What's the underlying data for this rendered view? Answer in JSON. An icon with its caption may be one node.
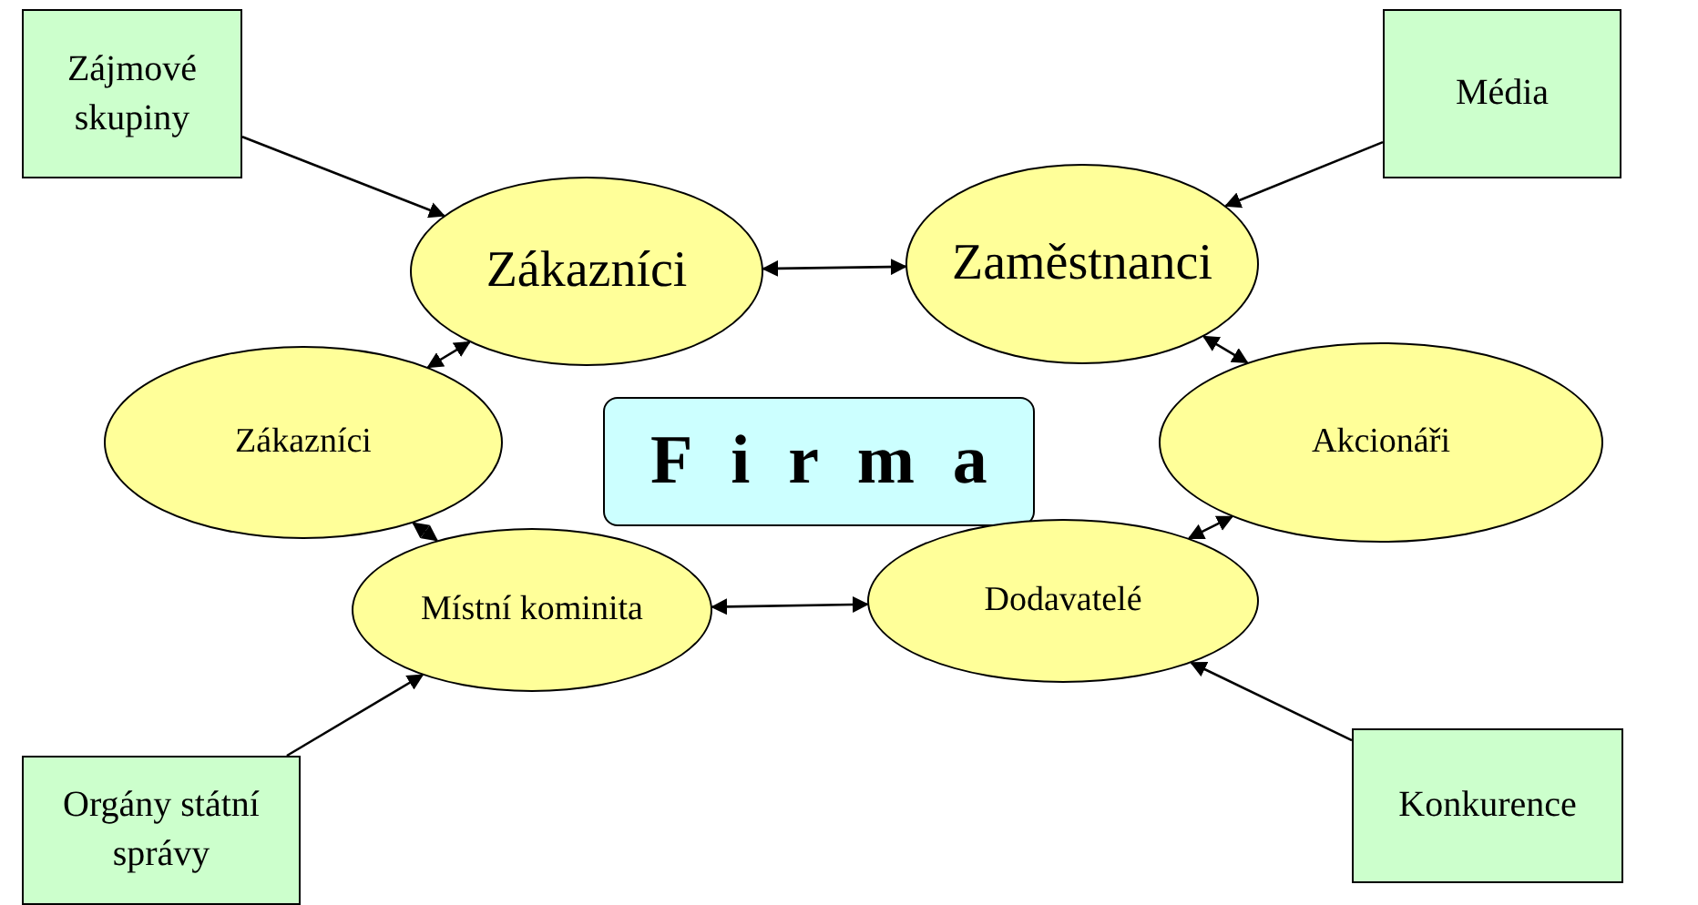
{
  "diagram": {
    "nodes": [
      {
        "text": [
          "Zájmové skupiny"
        ]
      },
      {
        "text": [
          "Média"
        ]
      },
      {
        "text": [
          "Zákazníci"
        ]
      },
      {
        "text": [
          "Zaměstnanci"
        ]
      },
      {
        "text": [
          "Zákazníci"
        ]
      },
      {
        "text": [
          "Firma"
        ]
      },
      {
        "text": [
          "Akcionáři"
        ]
      },
      {
        "text": [
          "Místní kominita"
        ]
      },
      {
        "text": [
          "Dodavatelé"
        ]
      },
      {
        "text": [
          "Orgány státní správy"
        ]
      },
      {
        "text": [
          "Konkurence"
        ]
      }
    ],
    "edges": [
      {
        "from": 0,
        "to": 2,
        "arrow": "to"
      },
      {
        "from": 1,
        "to": 3,
        "arrow": "to"
      },
      {
        "from": 2,
        "to": 3,
        "arrow": "both"
      },
      {
        "from": 4,
        "to": 2,
        "arrow": "both"
      },
      {
        "from": 3,
        "to": 6,
        "arrow": "both"
      },
      {
        "from": 4,
        "to": 7,
        "arrow": "both"
      },
      {
        "from": 7,
        "to": 8,
        "arrow": "both"
      },
      {
        "from": 8,
        "to": 6,
        "arrow": "both"
      },
      {
        "from": 9,
        "to": 7,
        "arrow": "to"
      },
      {
        "from": 10,
        "to": 8,
        "arrow": "to"
      }
    ]
  }
}
